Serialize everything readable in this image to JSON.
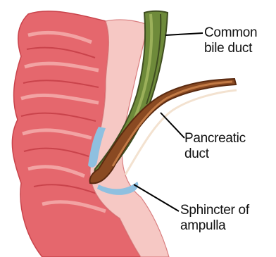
{
  "labels": {
    "common_bile_duct": {
      "line1": "Common",
      "line2": "bile duct"
    },
    "pancreatic_duct": {
      "line1": "Pancreatic",
      "line2": "duct"
    },
    "sphincter_of_ampulla": {
      "line1": "Sphincter of",
      "line2": "ampulla"
    }
  },
  "colors": {
    "duodenum": "#e5676d",
    "duodenum_light": "#f2a3a3",
    "duodenum_dark": "#c9434b",
    "bile_duct": "#6e8a3a",
    "bile_duct_dark": "#3f4d20",
    "pancreatic_duct": "#8a4a22",
    "pancreatic_duct_dark": "#5a2a10",
    "sphincter": "#8fc0e0",
    "leader_line": "#000000"
  }
}
